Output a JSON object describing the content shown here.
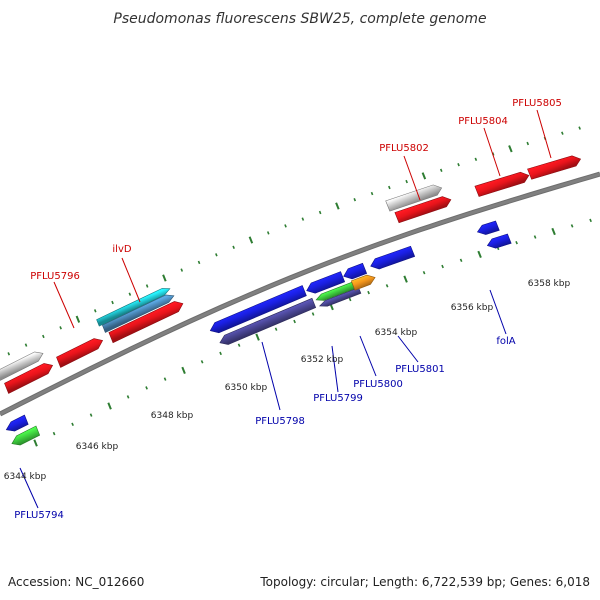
{
  "title": "Pseudomonas fluorescens SBW25, complete genome",
  "footer": {
    "accession": "Accession: NC_012660",
    "summary": "Topology: circular; Length: 6,722,539 bp; Genes: 6,018"
  },
  "colors": {
    "forward_label": "#cc0000",
    "reverse_label": "#0000aa",
    "backbone": "#808080",
    "tick": "#2e7d32"
  },
  "scale_labels": [
    "6344 kbp",
    "6346 kbp",
    "6348 kbp",
    "6350 kbp",
    "6352 kbp",
    "6354 kbp",
    "6356 kbp",
    "6358 kbp"
  ],
  "forward_labels": [
    "PFLU5796",
    "ilvD",
    "PFLU5802",
    "PFLU5804",
    "PFLU5805"
  ],
  "reverse_labels": [
    "PFLU5794",
    "PFLU5798",
    "PFLU5799",
    "PFLU5800",
    "PFLU5801",
    "folA"
  ],
  "feature_colors": {
    "red": "#e8141b",
    "gray": "#c8c8c8",
    "cyan": "#21c4cf",
    "steel": "#4a88b8",
    "blue": "#1a1fe0",
    "navy": "#4b4796",
    "green": "#3fcf3f",
    "orange": "#f5961c"
  }
}
